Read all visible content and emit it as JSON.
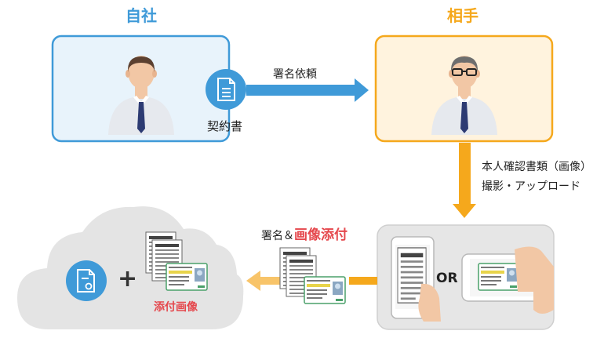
{
  "titles": {
    "self": "自社",
    "counterparty": "相手"
  },
  "labels": {
    "contract": "契約書",
    "sign_request": "署名依頼",
    "id_documents": "本人確認書類（画像）",
    "photo_upload": "撮影・アップロード",
    "signature_prefix": "署名＆",
    "image_attach": "画像添付",
    "or": "OR",
    "plus": "+",
    "attached_image": "添付画像"
  },
  "colors": {
    "blue": "#3f9ad8",
    "orange": "#f5a81c",
    "red": "#e5484d",
    "cloud": "#e4e4e4"
  }
}
